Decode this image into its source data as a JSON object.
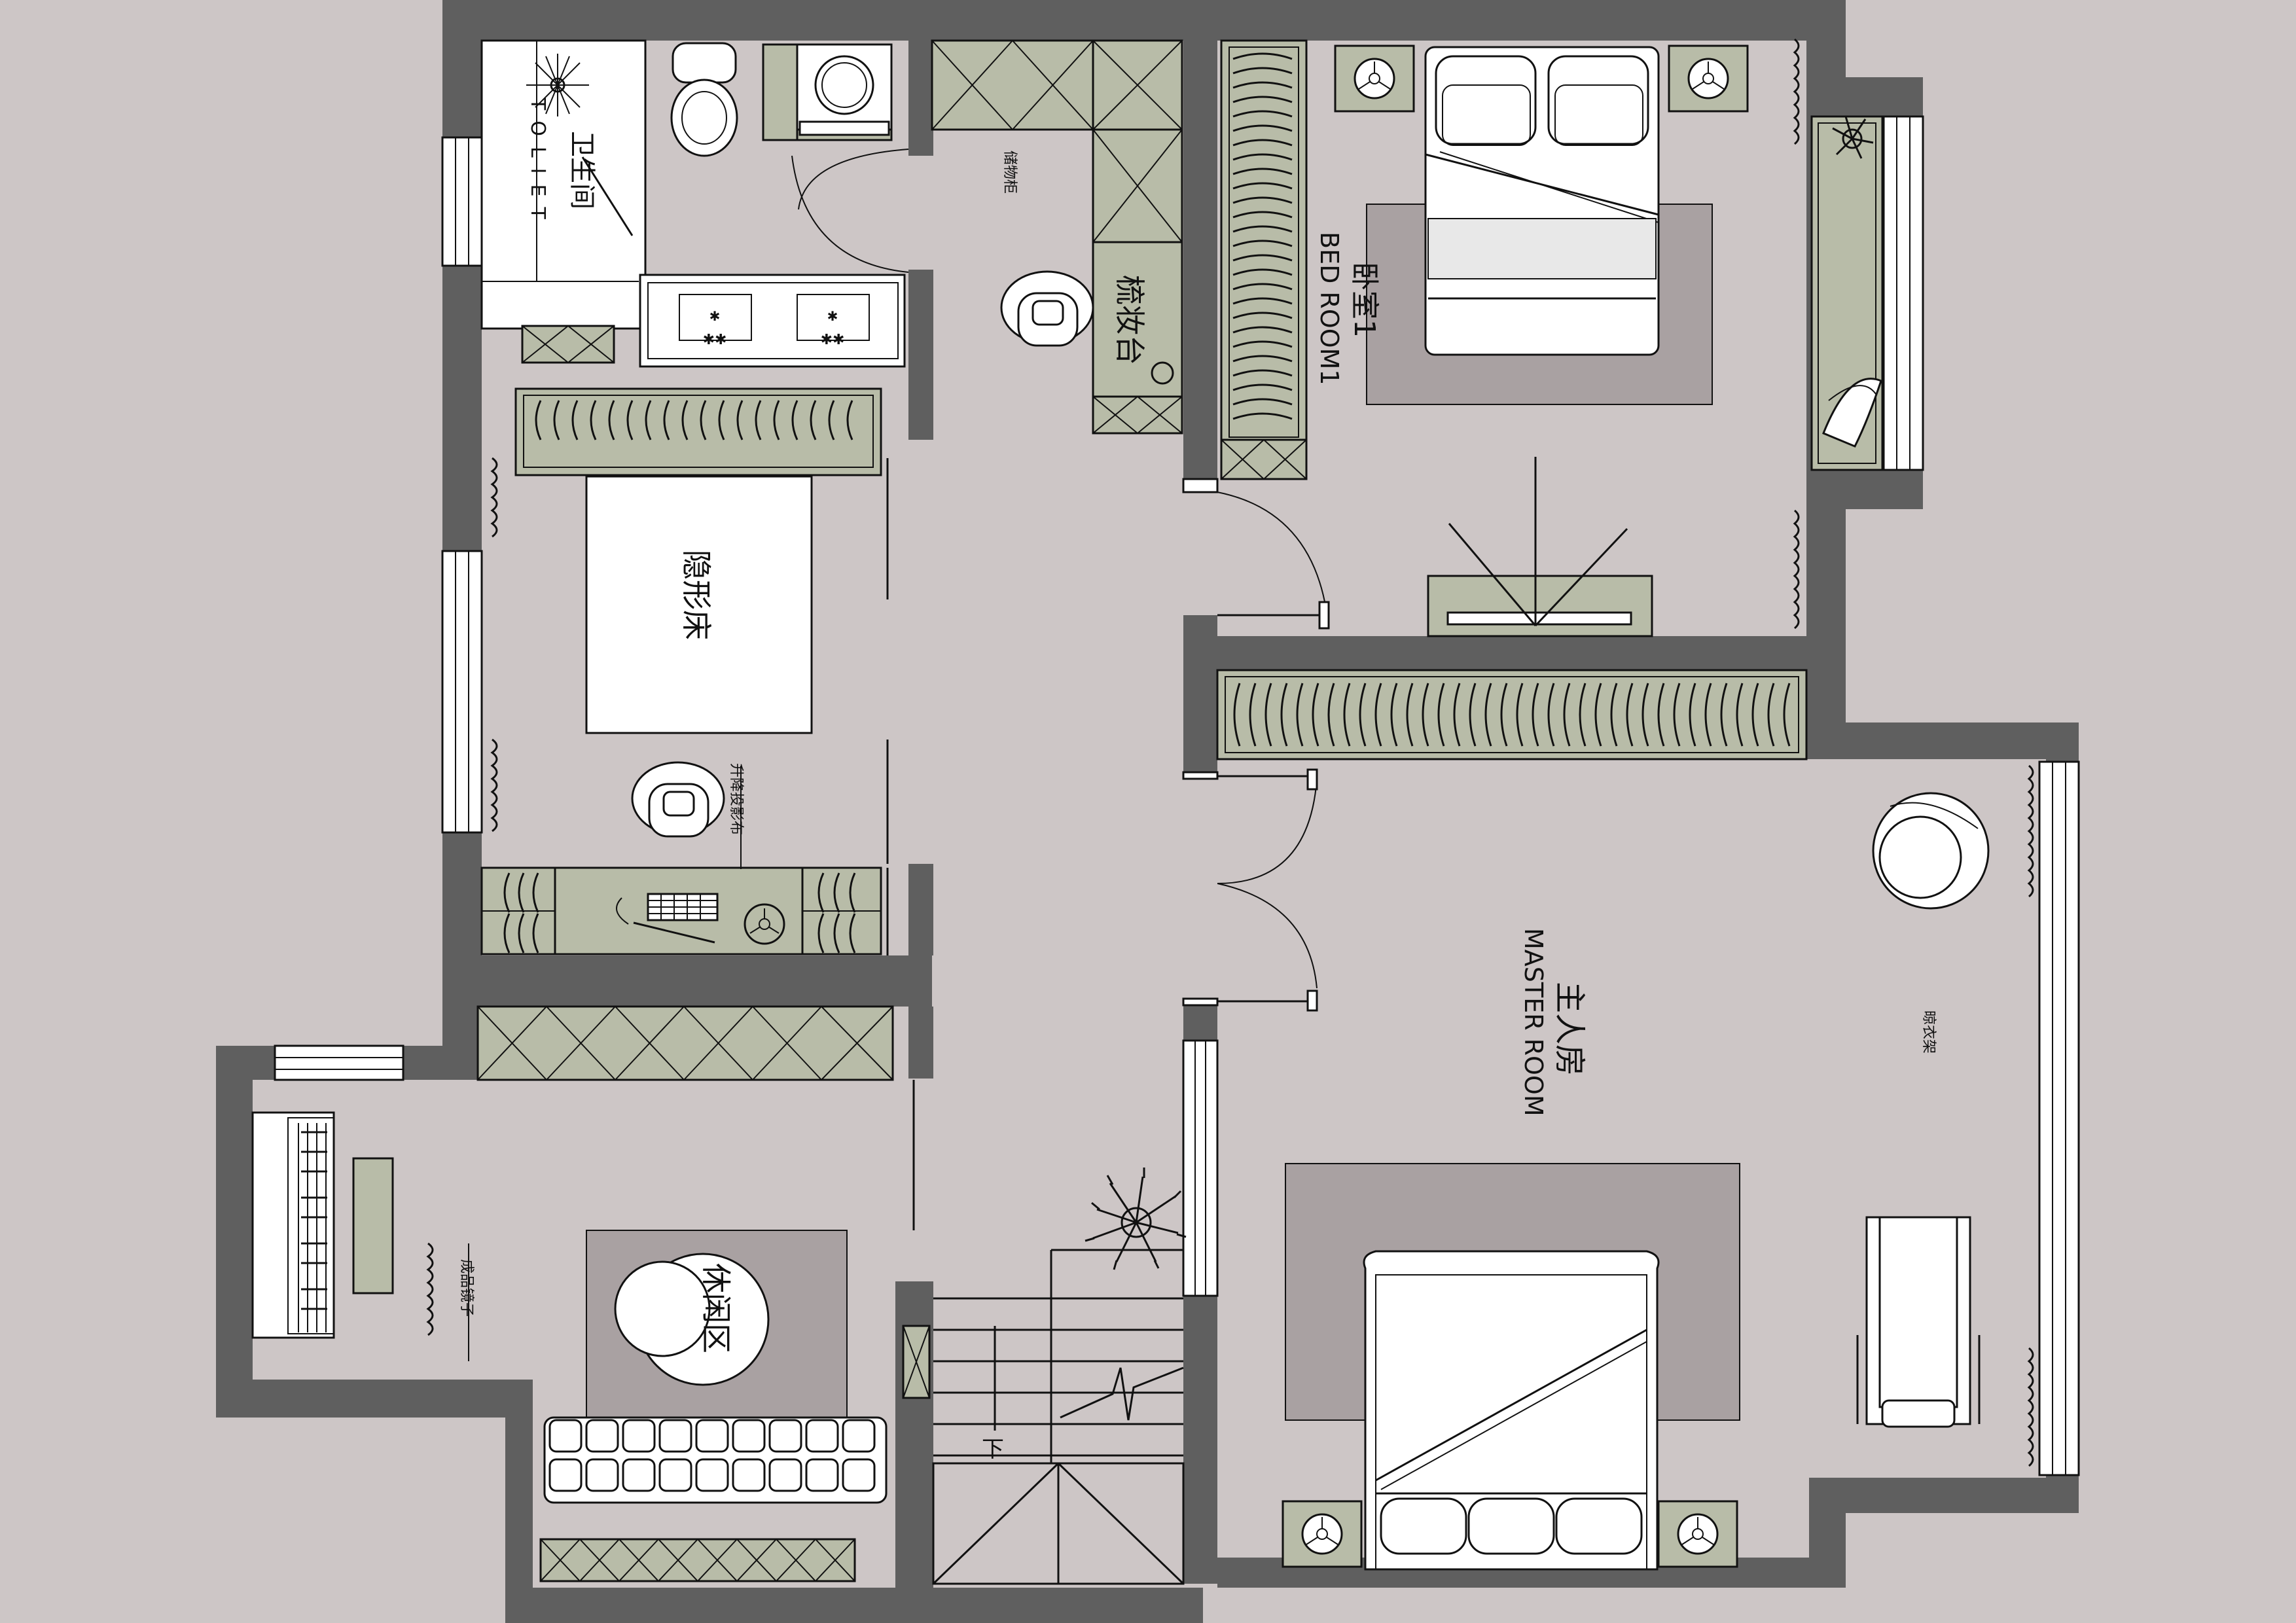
{
  "rooms": {
    "toilet": {
      "cn": "卫生间",
      "en": "TOLIET"
    },
    "storage": {
      "cn": "储物柜"
    },
    "dresser": {
      "cn": "梳妆台"
    },
    "bedroom1": {
      "cn": "卧室1",
      "en": "BED ROOM1"
    },
    "hidden_bed": {
      "cn": "隐形床"
    },
    "projector": {
      "cn": "升降投影布"
    },
    "master": {
      "cn": "主人房",
      "en": "MASTER  ROOM"
    },
    "drying_rack": {
      "cn": "晾衣架"
    },
    "leisure": {
      "cn": "休闲区"
    },
    "mirror": {
      "cn": "成品镜子"
    },
    "stairs_down": {
      "cn": "下"
    }
  },
  "colors": {
    "background": "#cdc6c6",
    "wall": "#5f5f5f",
    "cabinet": "#b8bca8",
    "rug": "#a9a1a2",
    "line": "#111111"
  }
}
